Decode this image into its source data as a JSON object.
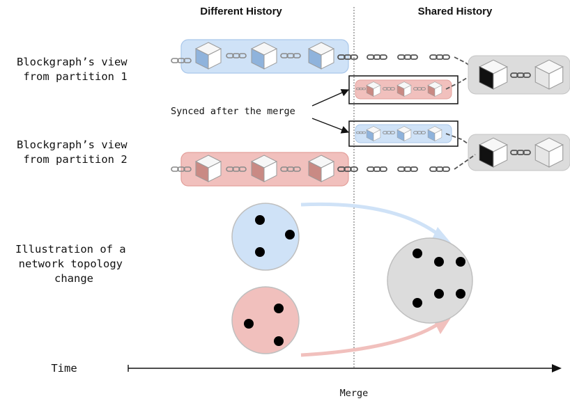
{
  "headers": {
    "different": "Different History",
    "shared": "Shared History"
  },
  "labels": {
    "partition1": [
      "Blockgraph’s view",
      "from partition 1"
    ],
    "partition2": [
      "Blockgraph’s view",
      "from partition 2"
    ],
    "synced": "Synced after the merge",
    "topology": [
      "Illustration of a",
      "network topology",
      "change"
    ],
    "time": "Time",
    "merge": "Merge"
  },
  "colors": {
    "blue": "#cfe2f7",
    "blueBorder": "#a9c7ea",
    "red": "#f1c0bd",
    "redBorder": "#e3a09b",
    "gray": "#dcdcdc",
    "grayBorder": "#c4c4c4",
    "chain": "#8a8a8a"
  }
}
